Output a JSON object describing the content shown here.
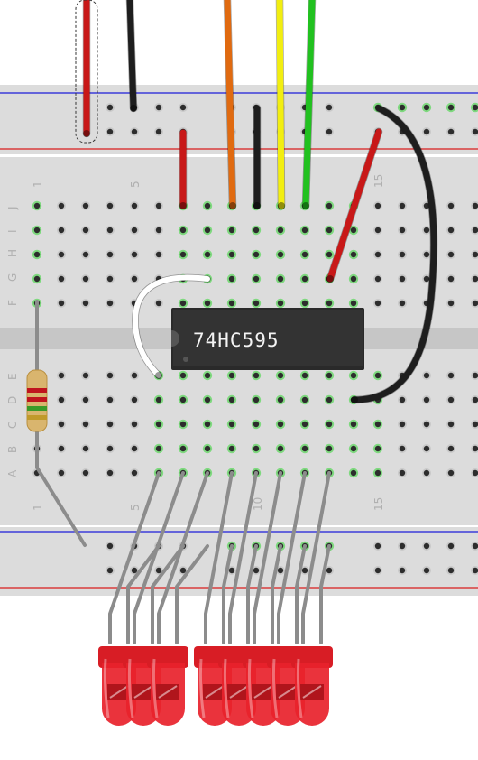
{
  "chip": {
    "label": "74HC595"
  },
  "breadboard": {
    "row_letters_top": [
      "J",
      "I",
      "H",
      "G",
      "F"
    ],
    "row_letters_bottom": [
      "E",
      "D",
      "C",
      "B",
      "A"
    ],
    "column_numbers": [
      "1",
      "5",
      "10",
      "15"
    ]
  },
  "colors": {
    "board": "#dcdcdc",
    "rail_blue": "#1c1cd8",
    "rail_red": "#d81c1c",
    "hole": "#2d2d2d",
    "hole_active": "#7fd97f",
    "chip_body": "#2a2a2a",
    "wire_red": "#c81818",
    "wire_black": "#1e1e1e",
    "wire_orange": "#e06a10",
    "wire_yellow": "#f2ee10",
    "wire_green": "#21c11f",
    "wire_white": "#ffffff",
    "lead_gray": "#8c8c8c",
    "led_red": "#e8222b"
  },
  "components": {
    "resistor_bands": [
      "#c0141e",
      "#c0141e",
      "#3a9a28",
      "#c09a2a"
    ],
    "led_count": 8
  }
}
